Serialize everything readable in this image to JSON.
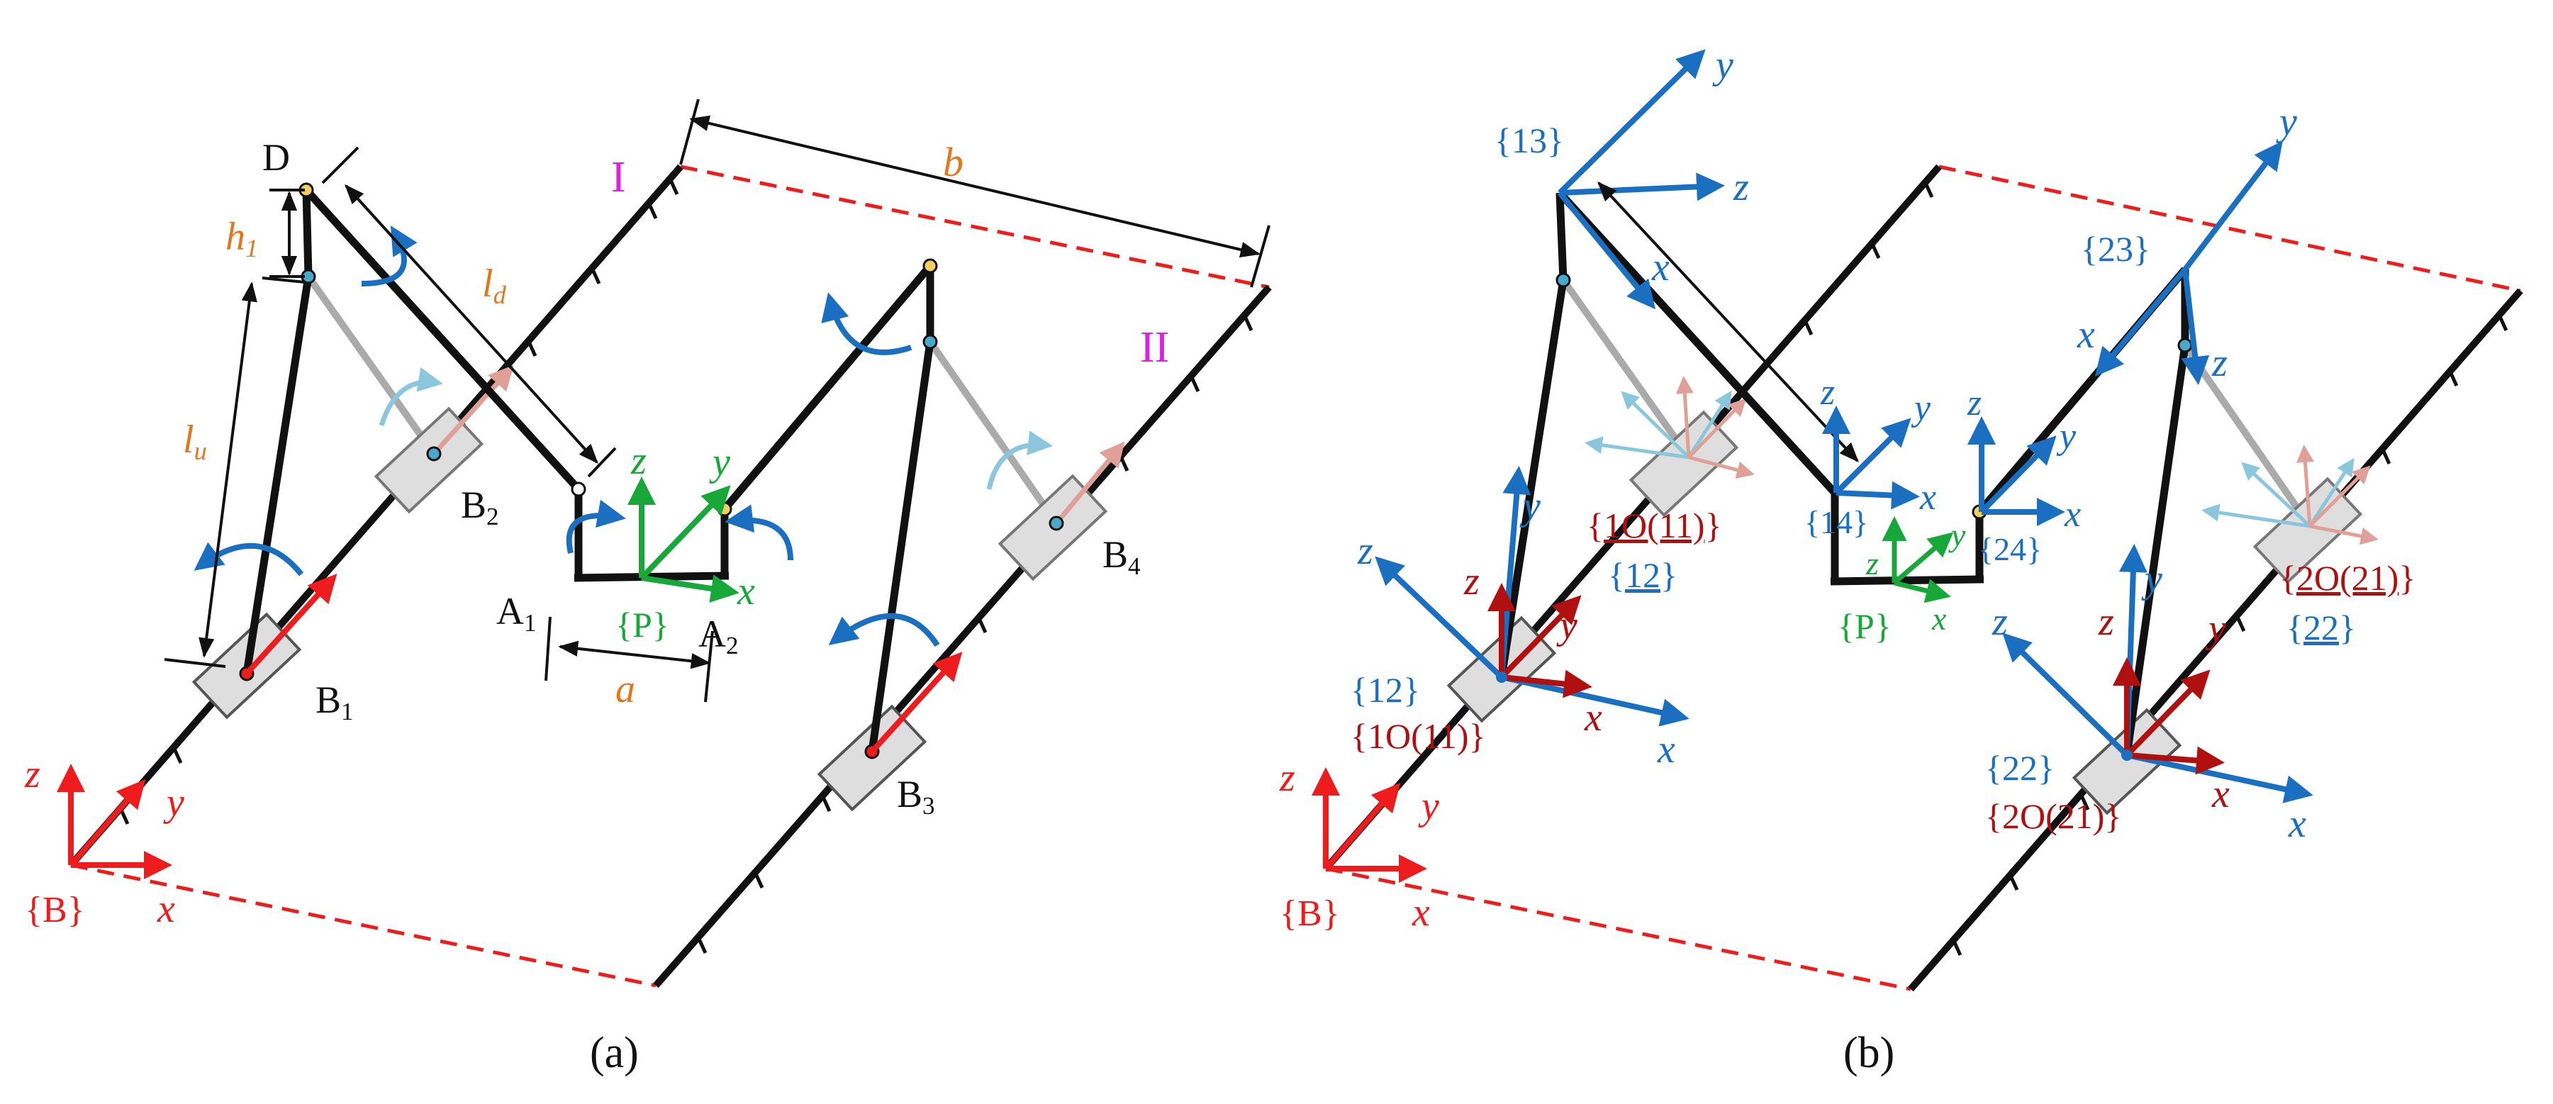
{
  "colors": {
    "black": "#111111",
    "red": "#ee1c1c",
    "green": "#18a83a",
    "blue": "#1a6fc0",
    "darkred": "#b01010",
    "orange": "#e07820",
    "magenta": "#e020e0",
    "lightblue": "#8ac6dc",
    "pink": "#e0a098",
    "slider": "#dedede",
    "joint": "#4aa8c8",
    "dpoint": "#f0d060"
  },
  "panel_a": {
    "caption": "(a)",
    "frame_B": "{B}",
    "frame_P": "{P}",
    "axis_x": "x",
    "axis_y": "y",
    "axis_z": "z",
    "point_D": "D",
    "guide_1": "I",
    "guide_2": "II",
    "dim_b": "b",
    "dim_a": "a",
    "dim_h": "h",
    "dim_h_sub": "1",
    "dim_ld": "l",
    "dim_ld_sub": "d",
    "dim_lu": "l",
    "dim_lu_sub": "u",
    "point_A": "A",
    "A1_sub": "1",
    "A2_sub": "2",
    "point_Bj": "B",
    "B1_sub": "1",
    "B2_sub": "2",
    "B3_sub": "3",
    "B4_sub": "4"
  },
  "panel_b": {
    "caption": "(b)",
    "frame_B": "{B}",
    "frame_P": "{P}",
    "axis_x": "x",
    "axis_y": "y",
    "axis_z": "z",
    "f13": "{13}",
    "f23": "{23}",
    "f14": "{14}",
    "f24": "{24}",
    "f12": "{12}",
    "f22": "{22}",
    "f1O11": "{1O(11)}",
    "f2O21": "{2O(21)}",
    "f12_ul": "12",
    "f22_ul": "22",
    "f1O11_ul": "1O(11)",
    "f2O21_ul": "2O(21)",
    "brace_open": "{",
    "brace_close": "}"
  }
}
